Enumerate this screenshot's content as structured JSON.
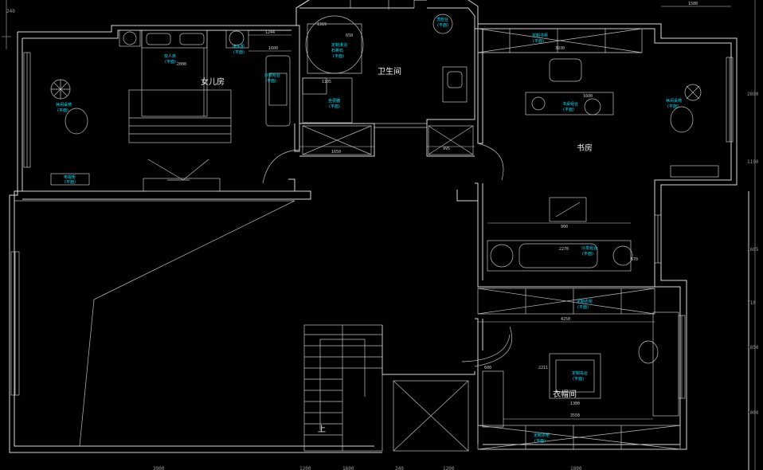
{
  "rooms": {
    "daughter_room": "女儿房",
    "bathroom": "卫生间",
    "study": "书房",
    "cloakroom": "衣帽间"
  },
  "stair_label": "上",
  "furniture_notes": {
    "bed": [
      "双人床",
      "(平面)"
    ],
    "nightstand": [
      "床头柜",
      "(平面)"
    ],
    "sofa_left": [
      "沙发组合",
      "(平面)"
    ],
    "daughter_chair": [
      "休闲桌椅",
      "(平面)"
    ],
    "daughter_tv": [
      "电视柜",
      "(平面)"
    ],
    "shower": [
      "定制淋浴",
      "石英石"
    ],
    "bath_flat": [
      "(平面)"
    ],
    "basin": [
      "洗脸台",
      "(平面)"
    ],
    "toilet": [
      "坐便器",
      "(平面)"
    ],
    "study_shelf": [
      "定制书柜",
      "(平面)"
    ],
    "study_desk": [
      "书桌组合",
      "(平面)"
    ],
    "study_chair": [
      "休闲桌椅",
      "(平面)"
    ],
    "study_sofa": [
      "沙发组合",
      "(平面)"
    ],
    "wardrobe_top": [
      "定制衣柜",
      "(平面)"
    ],
    "island": [
      "定制岛台",
      "(平面)"
    ],
    "wardrobe_bottom": [
      "定制衣柜",
      "(平面)"
    ]
  },
  "dimensions": {
    "d_2000": "2000",
    "d_1244": "1244",
    "d_1600": "1600",
    "d_1319": "1319",
    "d_650": "650",
    "d_1105": "1105",
    "d_1650": "1650",
    "d_995": "995",
    "d_3930": "3930",
    "d_1600b": "1600",
    "d_900": "900",
    "d_2270": "2270",
    "d_570": "570",
    "d_4250": "4250",
    "d_2211": "2211",
    "d_600": "600",
    "d_1300": "1300",
    "d_3550": "3550",
    "d_1580": "1580"
  },
  "side_axis_labels": [
    "240",
    "2890",
    "1190",
    "1605",
    "710",
    "1850",
    "1000"
  ],
  "bottom_axis_labels": [
    "3900",
    "1200",
    "1600",
    "240",
    "1200",
    "1800"
  ]
}
